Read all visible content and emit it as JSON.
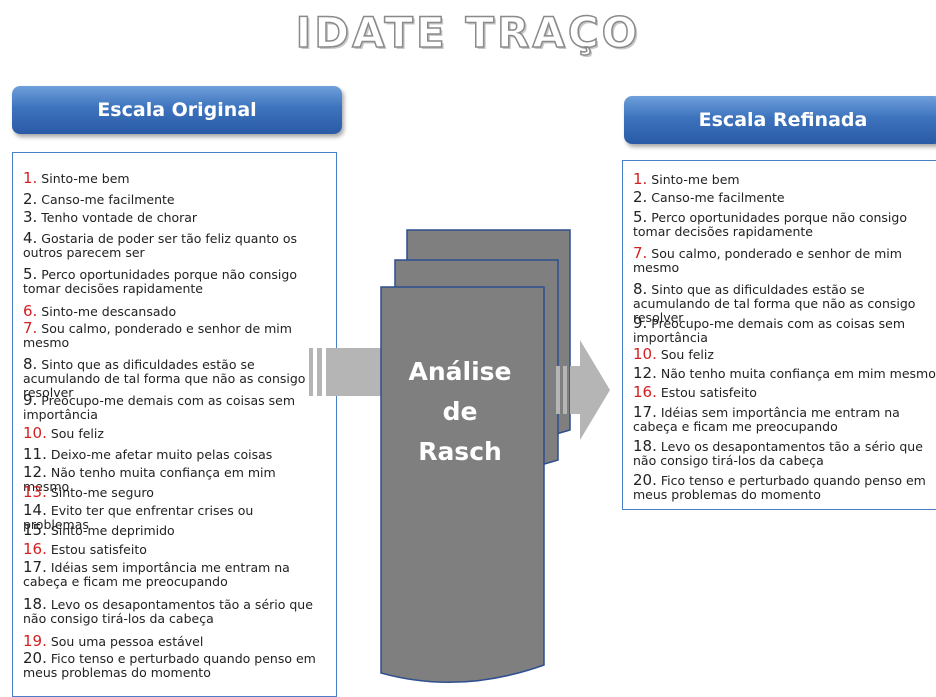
{
  "title": "IDATE TRAÇO",
  "left_header": "Escala Original",
  "right_header": "Escala Refinada",
  "center_lines": [
    "Análise",
    "de",
    "Rasch"
  ],
  "colors": {
    "header_blue": "#3d73bd",
    "doc_gray": "#7f7f7f",
    "highlight_red": "#d42020"
  },
  "original_items": [
    {
      "num": "1.",
      "text": "Sinto-me bem",
      "red": true
    },
    {
      "num": "2.",
      "text": "Canso-me facilmente",
      "red": false
    },
    {
      "num": "3.",
      "text": "Tenho vontade de chorar",
      "red": false
    },
    {
      "num": "4.",
      "text": "Gostaria de poder ser tão feliz quanto os outros parecem ser",
      "red": false
    },
    {
      "num": "5.",
      "text": "Perco oportunidades porque não consigo tomar decisões rapidamente",
      "red": false
    },
    {
      "num": "6.",
      "text": "Sinto-me descansado",
      "red": true
    },
    {
      "num": "7.",
      "text": "Sou calmo, ponderado e senhor de mim mesmo",
      "red": true
    },
    {
      "num": "8.",
      "text": "Sinto que as dificuldades estão se acumulando de tal forma que não as consigo resolver",
      "red": false
    },
    {
      "num": "9.",
      "text": "Preocupo-me demais com as coisas sem importância",
      "red": false
    },
    {
      "num": "10.",
      "text": "Sou feliz",
      "red": true
    },
    {
      "num": "11.",
      "text": "Deixo-me afetar muito pelas coisas",
      "red": false
    },
    {
      "num": "12.",
      "text": "Não tenho muita confiança em mim mesmo",
      "red": false
    },
    {
      "num": "13.",
      "text": "Sinto-me seguro",
      "red": true
    },
    {
      "num": "14.",
      "text": "Evito ter que enfrentar crises ou problemas",
      "red": false
    },
    {
      "num": "15.",
      "text": "Sinto-me deprimido",
      "red": false
    },
    {
      "num": "16.",
      "text": "Estou satisfeito",
      "red": true
    },
    {
      "num": "17.",
      "text": "Idéias sem importância me entram na cabeça e ficam me preocupando",
      "red": false
    },
    {
      "num": "18.",
      "text": "Levo os desapontamentos tão a sério que não consigo tirá-los da cabeça",
      "red": false
    },
    {
      "num": "19.",
      "text": "Sou uma pessoa estável",
      "red": true
    },
    {
      "num": "20.",
      "text": "Fico tenso e perturbado quando penso em meus  problemas do momento",
      "red": false
    }
  ],
  "refined_items": [
    {
      "num": "1.",
      "text": "Sinto-me bem",
      "red": true
    },
    {
      "num": "2.",
      "text": "Canso-me facilmente",
      "red": false
    },
    {
      "num": "5.",
      "text": "Perco oportunidades porque não consigo tomar decisões rapidamente",
      "red": false
    },
    {
      "num": "7.",
      "text": "Sou calmo, ponderado e senhor de mim mesmo",
      "red": true
    },
    {
      "num": "8.",
      "text": "Sinto que as dificuldades estão se acumulando de tal forma que não as consigo resolver",
      "red": false
    },
    {
      "num": "9.",
      "text": "Preocupo-me demais com as coisas sem importância",
      "red": false
    },
    {
      "num": "10.",
      "text": "Sou feliz",
      "red": true
    },
    {
      "num": "12.",
      "text": "Não tenho muita confiança em mim mesmo",
      "red": false
    },
    {
      "num": "16.",
      "text": "Estou satisfeito",
      "red": true
    },
    {
      "num": "17.",
      "text": "Idéias sem importância me entram na cabeça e ficam me preocupando",
      "red": false
    },
    {
      "num": "18.",
      "text": "Levo os desapontamentos tão a sério que não consigo tirá-los da cabeça",
      "red": false
    },
    {
      "num": "20.",
      "text": "Fico tenso e perturbado quando penso em meus  problemas do momento",
      "red": false
    }
  ]
}
